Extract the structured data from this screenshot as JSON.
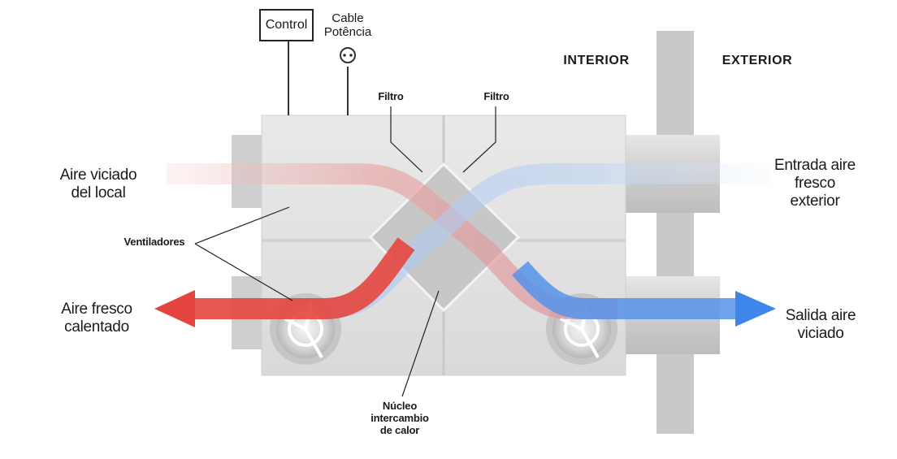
{
  "header": {
    "interior": "INTERIOR",
    "exterior": "EXTERIOR"
  },
  "control": {
    "label": "Control"
  },
  "cable": {
    "label": "Cable Potência"
  },
  "filters": {
    "left": "Filtro",
    "right": "Filtro"
  },
  "fans": {
    "label": "Ventiladores"
  },
  "core": {
    "label": "Núcleo intercambio de calor"
  },
  "flows": {
    "extract_in": "Aire viciado del local",
    "supply_out": "Aire fresco calentado",
    "outdoor_in": "Entrada aire fresco exterior",
    "exhaust_out": "Salida aire viciado"
  },
  "colors": {
    "warm": "#e8453f",
    "cool": "#4a8fe8",
    "housing": "#e2e2e2",
    "wall": "#c9c9c9"
  }
}
